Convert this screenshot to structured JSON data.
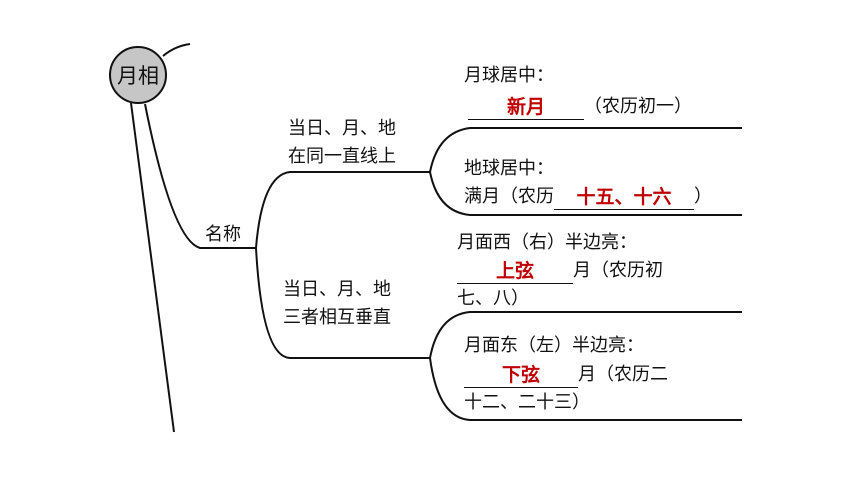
{
  "root": {
    "label": "月相"
  },
  "branch": {
    "label": "名称"
  },
  "groups": [
    {
      "line1": "当日、月、地",
      "line2": "在同一直线上"
    },
    {
      "line1": "当日、月、地",
      "line2": "三者相互垂直"
    }
  ],
  "leaves": [
    {
      "intro": "月球居中：",
      "answer": "新月",
      "after": "（农历初一）"
    },
    {
      "intro": "地球居中：",
      "before": "满月（农历",
      "answer": "十五、十六",
      "after": "）"
    },
    {
      "intro": "月面西（右）半边亮：",
      "answer": "上弦",
      "after": "月（农历初",
      "cont": "七、八）"
    },
    {
      "intro": "月面东（左）半边亮：",
      "answer": "下弦",
      "after": "月（农历二",
      "cont": "十二、二十三）"
    }
  ]
}
